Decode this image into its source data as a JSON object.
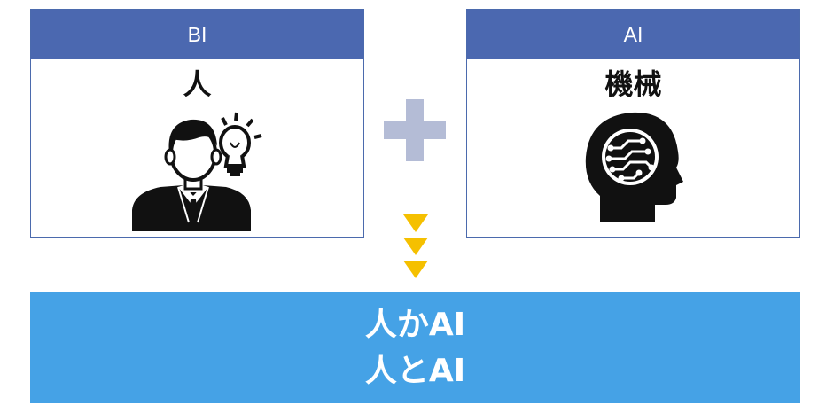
{
  "left_card": {
    "header": "BI",
    "label": "人",
    "icon": "person-with-lightbulb-icon"
  },
  "right_card": {
    "header": "AI",
    "label": "機械",
    "icon": "ai-head-circuit-icon"
  },
  "connector": {
    "icon": "plus-icon",
    "arrow_icon": "triple-down-arrow-icon"
  },
  "banner": {
    "line1": "人かAI",
    "line2": "人とAI"
  },
  "colors": {
    "header_blue": "#4b68b0",
    "banner_blue": "#45a2e6",
    "plus_gray": "#b4bcd6",
    "arrow_yellow": "#f5c000"
  }
}
